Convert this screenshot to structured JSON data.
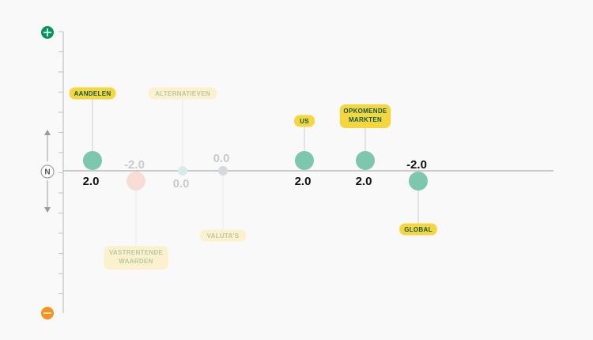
{
  "chart_data": {
    "type": "scatter",
    "ylim": [
      -5,
      5
    ],
    "axis_icons": {
      "top": "plus-icon",
      "middle": "neutral-N-icon",
      "middle_letter": "N",
      "bottom": "minus-icon"
    },
    "colors": {
      "positive": "#7cc7ad",
      "negative": "#7cc7ad",
      "faded_negative": "#f8ddd5",
      "faded_zero_light": "#d6ece6",
      "faded_zero_grey": "#d8d9dc",
      "tag": "#f6d63f",
      "tag_faded": "#fbf1cd",
      "tag_text": "#0c5a43",
      "plus": "#00965e",
      "minus": "#f7911e"
    },
    "points": [
      {
        "label": "AANDELEN",
        "label_lines": [
          "AANDELEN"
        ],
        "value": 2,
        "display": "2.0",
        "faded": false,
        "label_side": "top"
      },
      {
        "label": "VASTRENTENDE WAARDEN",
        "label_lines": [
          "VASTRENTENDE",
          "WAARDEN"
        ],
        "value": -2,
        "display": "-2.0",
        "faded": true,
        "label_side": "bottom"
      },
      {
        "label": "ALTERNATIEVEN",
        "label_lines": [
          "ALTERNATIEVEN"
        ],
        "value": 0,
        "display": "0.0",
        "faded": true,
        "label_side": "top"
      },
      {
        "label": "VALUTA'S",
        "label_lines": [
          "VALUTA'S"
        ],
        "value": 0,
        "display": "0.0",
        "faded": true,
        "label_side": "bottom"
      },
      {
        "label": "US",
        "label_lines": [
          "US"
        ],
        "value": 2,
        "display": "2.0",
        "faded": false,
        "label_side": "top"
      },
      {
        "label": "OPKOMENDE MARKTEN",
        "label_lines": [
          "OPKOMENDE",
          "MARKTEN"
        ],
        "value": 2,
        "display": "2.0",
        "faded": false,
        "label_side": "top"
      },
      {
        "label": "GLOBAL",
        "label_lines": [
          "GLOBAL"
        ],
        "value": -2,
        "display": "-2.0",
        "faded": false,
        "label_side": "bottom"
      }
    ]
  }
}
